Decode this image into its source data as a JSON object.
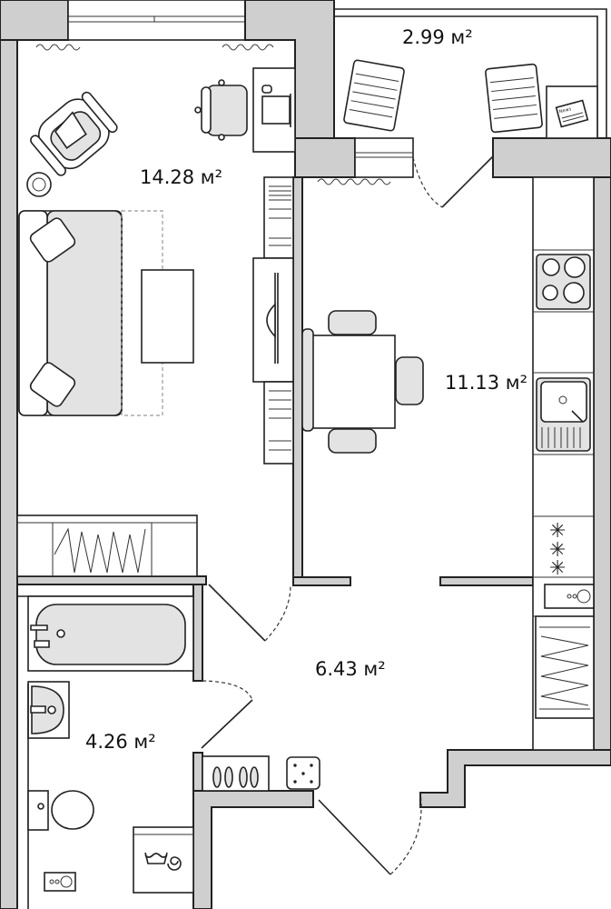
{
  "rooms": {
    "balcony": {
      "area": "2.99 м²"
    },
    "living_room": {
      "area": "14.28 м²"
    },
    "kitchen": {
      "area": "11.13 м²"
    },
    "hallway": {
      "area": "6.43 м²"
    },
    "bathroom": {
      "area": "4.26 м²"
    }
  },
  "newspaper_text": "News",
  "colors": {
    "wall": "#cfcfcf",
    "line": "#222222",
    "furniture_fill": "#e3e3e3",
    "background": "#ffffff"
  }
}
